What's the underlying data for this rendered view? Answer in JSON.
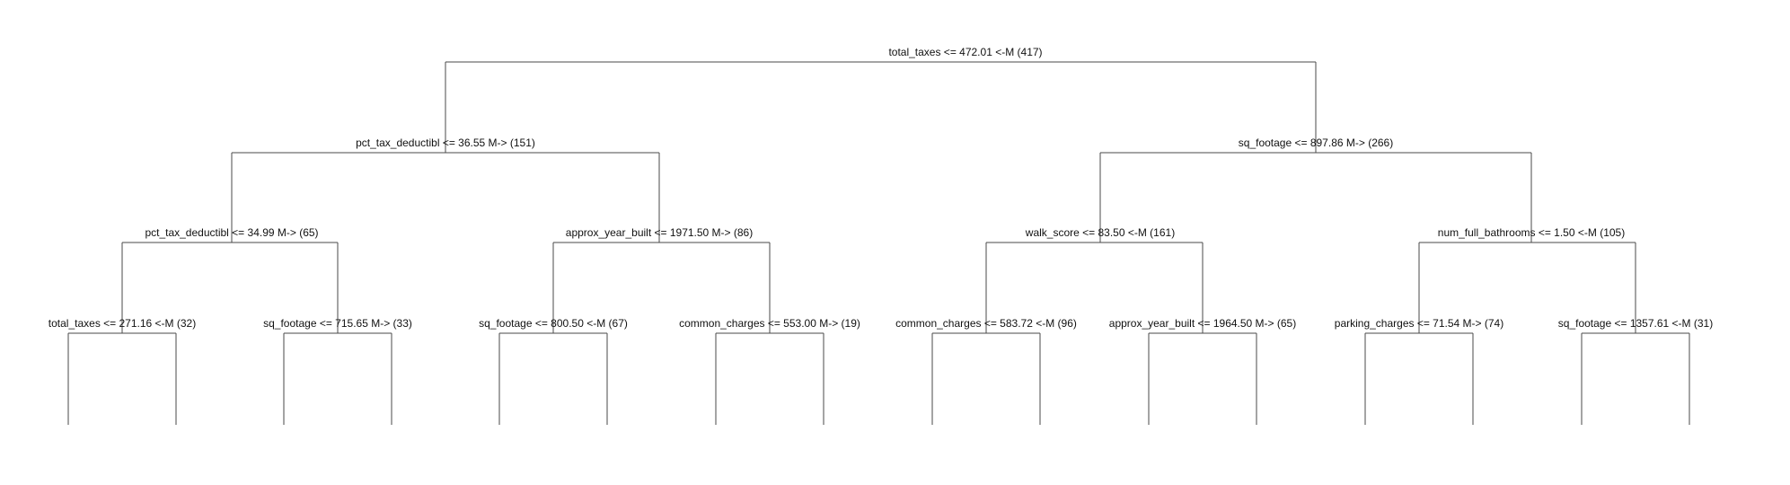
{
  "tree": {
    "nodes": [
      {
        "id": "n1",
        "label": "total_taxes <= 472.01 <-M (417)"
      },
      {
        "id": "n2",
        "label": "pct_tax_deductibl <= 36.55 M-> (151)"
      },
      {
        "id": "n3",
        "label": "sq_footage <= 897.86 M-> (266)"
      },
      {
        "id": "n4",
        "label": "pct_tax_deductibl <= 34.99 M-> (65)"
      },
      {
        "id": "n5",
        "label": "approx_year_built <= 1971.50 M-> (86)"
      },
      {
        "id": "n6",
        "label": "walk_score <= 83.50 <-M (161)"
      },
      {
        "id": "n7",
        "label": "num_full_bathrooms <= 1.50 <-M (105)"
      },
      {
        "id": "n8",
        "label": "total_taxes <= 271.16 <-M (32)"
      },
      {
        "id": "n9",
        "label": "sq_footage <= 715.65 M-> (33)"
      },
      {
        "id": "n10",
        "label": "sq_footage <= 800.50 <-M (67)"
      },
      {
        "id": "n11",
        "label": "common_charges <= 553.00 M-> (19)"
      },
      {
        "id": "n12",
        "label": "common_charges <= 583.72 <-M (96)"
      },
      {
        "id": "n13",
        "label": "approx_year_built <= 1964.50 M-> (65)"
      },
      {
        "id": "n14",
        "label": "parking_charges <= 71.54 M-> (74)"
      },
      {
        "id": "n15",
        "label": "sq_footage <= 1357.61 <-M (31)"
      }
    ]
  }
}
